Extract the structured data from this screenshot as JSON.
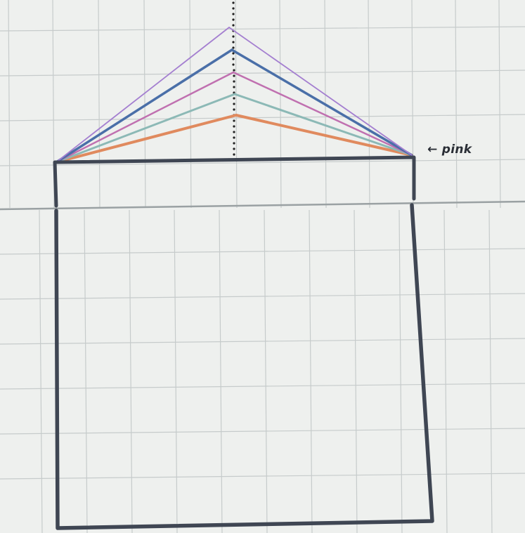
{
  "annotation": {
    "label": "← pink"
  },
  "colors": {
    "paper": "#eef0ee",
    "grid": "#c6cbcb",
    "fold_line": "#9aa1a3",
    "outline": "#3f4653",
    "dots": "#222222",
    "roof_lines": [
      {
        "name": "purple",
        "hex": "#a47fd0"
      },
      {
        "name": "blue",
        "hex": "#4a6fa8"
      },
      {
        "name": "pink",
        "hex": "#c070b0"
      },
      {
        "name": "teal",
        "hex": "#8cb9b6"
      },
      {
        "name": "orange",
        "hex": "#e08a5e"
      }
    ]
  }
}
